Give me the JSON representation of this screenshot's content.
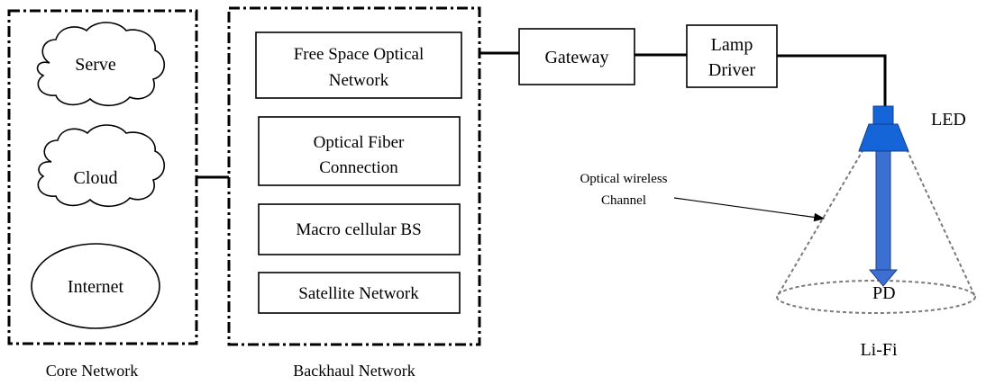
{
  "core_network": {
    "label": "Core Network",
    "items": {
      "serve": "Serve",
      "cloud": "Cloud",
      "internet": "Internet"
    }
  },
  "backhaul_network": {
    "label": "Backhaul Network",
    "items": {
      "fso_line1": "Free Space Optical",
      "fso_line2": "Network",
      "fiber_line1": "Optical Fiber",
      "fiber_line2": "Connection",
      "macro": "Macro cellular BS",
      "satellite": "Satellite Network"
    }
  },
  "gateway": "Gateway",
  "lamp_driver": {
    "line1": "Lamp",
    "line2": "Driver"
  },
  "lifi": {
    "led": "LED",
    "pd": "PD",
    "channel_line1": "Optical wireless",
    "channel_line2": "Channel",
    "label": "Li-Fi"
  },
  "colors": {
    "line": "#000000",
    "led_fill": "#1565d8",
    "beam_fill": "#3b6fd1",
    "cone_stroke": "#7a7a7a"
  }
}
